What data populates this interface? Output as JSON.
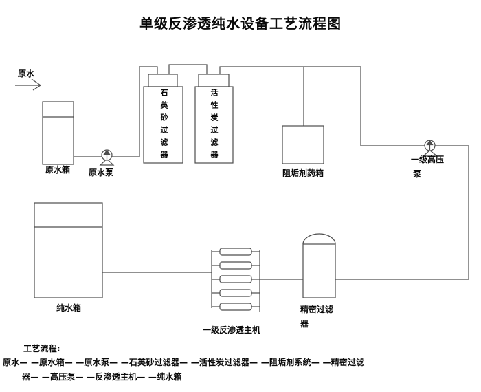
{
  "title": "单级反渗透纯水设备工艺流程图",
  "diagram": {
    "inlet_label": "原水",
    "raw_water_tank": "原水箱",
    "raw_water_pump": "原水泵",
    "quartz_sand_filter": "石英砂过滤器",
    "activated_carbon_filter": "活性炭过滤器",
    "antiscalant_dosing_tank": "阻垢剂药箱",
    "high_pressure_pump_line1": "一级高压",
    "high_pressure_pump_line2": "泵",
    "pure_water_tank": "纯水箱",
    "ro_main_unit": "一级反渗透主机",
    "ro_membrane_count": 5,
    "precision_filter_line1": "精密过滤",
    "precision_filter_line2": "器"
  },
  "process_flow": {
    "heading": "工艺流程:",
    "line1": "原水— —原水箱— —原水泵— —石英砂过滤器— —活性炭过滤器— —阻垢剂系统— —精密过滤",
    "line2": "器— —高压泵— —反渗透主机— —纯水箱"
  },
  "colors": {
    "line": "#4d4d4d",
    "text": "#0a0a0a",
    "background": "#ffffff"
  }
}
